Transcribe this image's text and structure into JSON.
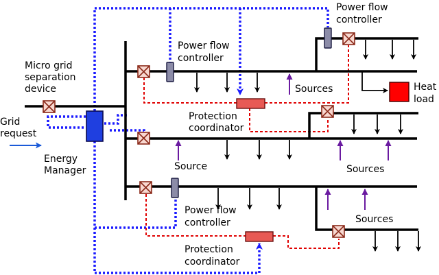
{
  "labels": {
    "micro_grid": [
      "Micro grid",
      "separation",
      "device"
    ],
    "grid_request": [
      "Grid",
      "request"
    ],
    "energy_manager": [
      "Energy",
      "Manager"
    ],
    "pfc_top_right": [
      "Power flow",
      "controller"
    ],
    "pfc_mid": [
      "Power flow",
      "controller"
    ],
    "pfc_bottom": [
      "Power flow",
      "controller"
    ],
    "protection_top": [
      "Protection",
      "coordinator"
    ],
    "protection_bottom": [
      "Protection",
      "coordinator"
    ],
    "sources_1": "Sources",
    "sources_2": "Sources",
    "sources_3": "Sources",
    "source_4": "Source",
    "heat_load": [
      "Heat",
      "load"
    ]
  },
  "colors": {
    "bus": "#000000",
    "comm_link": "#1a1aff",
    "protection_link": "#e00000",
    "breaker_fill": "#f8d8d0",
    "breaker_stroke": "#8b2a1a",
    "power_flow_controller": "#8c8ca8",
    "protection_box": "#e85a55",
    "energy_manager": "#1f3fe0",
    "heat_load": "#ff0000",
    "source_arrow": "#6a1aa0",
    "grid_arrow": "#1a5ad8"
  }
}
